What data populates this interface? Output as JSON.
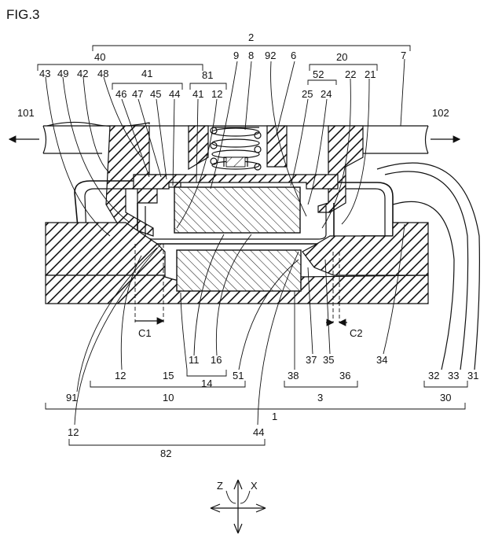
{
  "figure": {
    "title": "FIG.3"
  },
  "labels": {
    "l2": "2",
    "l40": "40",
    "l20": "20",
    "l7": "7",
    "l9": "9",
    "l8": "8",
    "l92": "92",
    "l6": "6",
    "l43": "43",
    "l49": "49",
    "l42": "42",
    "l48": "48",
    "l41a": "41",
    "l81": "81",
    "l52": "52",
    "l22": "22",
    "l21": "21",
    "l46": "46",
    "l47": "47",
    "l45": "45",
    "l44a": "44",
    "l41b": "41",
    "l12a": "12",
    "l25": "25",
    "l24": "24",
    "l101": "101",
    "l102": "102",
    "lC1": "C1",
    "lC2": "C2",
    "l12b": "12",
    "l15": "15",
    "l11": "11",
    "l16": "16",
    "l14": "14",
    "l51": "51",
    "l38": "38",
    "l37": "37",
    "l35": "35",
    "l36": "36",
    "l34": "34",
    "l32": "32",
    "l33": "33",
    "l31": "31",
    "l10": "10",
    "l3": "3",
    "l30": "30",
    "l91": "91",
    "l1": "1",
    "l12c": "12",
    "l44b": "44",
    "l82": "82",
    "axisZ": "Z",
    "axisX": "X"
  }
}
